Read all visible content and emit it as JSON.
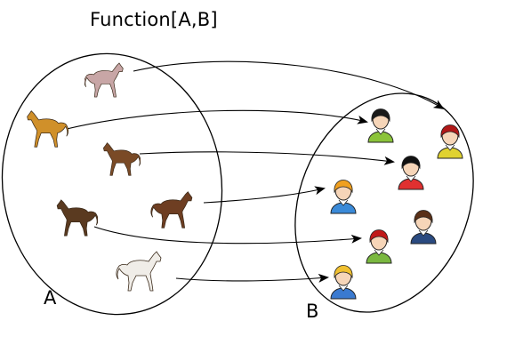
{
  "title": "Function[A,B]",
  "sets": {
    "domain_label": "A",
    "codomain_label": "B"
  },
  "domain_elements": [
    {
      "name": "horse-1",
      "color": "#c8a6a6"
    },
    {
      "name": "horse-2",
      "color": "#d0902a"
    },
    {
      "name": "horse-3",
      "color": "#7a4a26"
    },
    {
      "name": "horse-4",
      "color": "#5a3a20"
    },
    {
      "name": "horse-5",
      "color": "#6e3e22"
    },
    {
      "name": "horse-6",
      "color": "#f0ede8"
    }
  ],
  "codomain_elements": [
    {
      "name": "person-1",
      "shirt": "#8bc33a",
      "hair": "#1a1a1a"
    },
    {
      "name": "person-2",
      "shirt": "#e0d230",
      "hair": "#b01818"
    },
    {
      "name": "person-3",
      "shirt": "#e03030",
      "hair": "#111111"
    },
    {
      "name": "person-4",
      "shirt": "#3a8ad8",
      "hair": "#f0a020"
    },
    {
      "name": "person-5",
      "shirt": "#2a4a80",
      "hair": "#5a3018"
    },
    {
      "name": "person-6",
      "shirt": "#7ab840",
      "hair": "#c01818"
    },
    {
      "name": "person-7",
      "shirt": "#3a7ad0",
      "hair": "#f0c030"
    }
  ],
  "mapping": [
    {
      "from": "horse-1",
      "to": "person-2"
    },
    {
      "from": "horse-2",
      "to": "person-1"
    },
    {
      "from": "horse-3",
      "to": "person-3"
    },
    {
      "from": "horse-4",
      "to": "person-6"
    },
    {
      "from": "horse-5",
      "to": "person-4"
    },
    {
      "from": "horse-6",
      "to": "person-7"
    }
  ]
}
